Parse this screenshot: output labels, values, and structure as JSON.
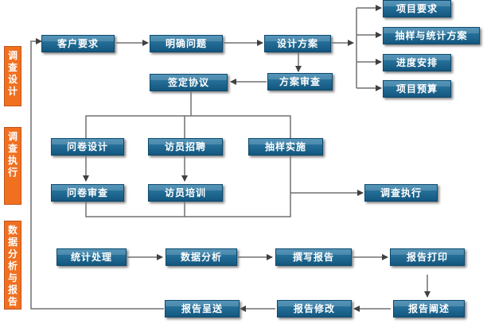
{
  "stages": {
    "design": "调查设计",
    "execution": "调查执行",
    "analysis": "数据分析与报告"
  },
  "nodes": {
    "customer_request": "客户要求",
    "clarify_problem": "明确问题",
    "design_plan": "设计方案",
    "project_requirements": "项目要求",
    "sampling_statistics_plan": "抽样与统计方案",
    "schedule": "进度安排",
    "project_budget": "项目预算",
    "plan_review": "方案审查",
    "sign_agreement": "签定协议",
    "questionnaire_design": "问卷设计",
    "interviewer_recruitment": "访员招聘",
    "sampling_implementation": "抽样实施",
    "questionnaire_review": "问卷审查",
    "interviewer_training": "访员培训",
    "survey_execution": "调查执行",
    "statistical_processing": "统计处理",
    "data_analysis": "数据分析",
    "report_writing": "撰写报告",
    "report_printing": "报告打印",
    "report_presentation": "报告阐述",
    "report_revision": "报告修改",
    "report_delivery": "报告呈送"
  },
  "colors": {
    "node_fill": "#1c6894",
    "stage_fill": "#f07020",
    "line": "#707070"
  }
}
